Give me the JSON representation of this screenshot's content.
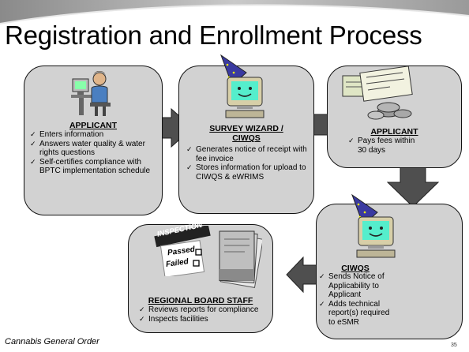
{
  "slide": {
    "title": "Registration and Enrollment Process",
    "footer": "Cannabis General Order",
    "page_number": "35"
  },
  "boxes": {
    "applicant1": {
      "heading": "APPLICANT",
      "items": [
        "Enters information",
        "Answers water quality & water rights questions",
        "Self-certifies compliance with BPTC implementation schedule"
      ]
    },
    "survey_wizard": {
      "heading_line1": "SURVEY WIZARD /",
      "heading_line2": "CIWQS",
      "items": [
        "Generates notice of receipt with fee invoice",
        "Stores information for upload to CIWQS & eWRIMS"
      ]
    },
    "applicant2": {
      "heading": "APPLICANT",
      "items": [
        "Pays fees within 30 days"
      ]
    },
    "ciwqs": {
      "heading": "CIWQS",
      "items": [
        "Sends Notice of Applicability to Applicant",
        "Adds technical report(s) required to eSMR"
      ]
    },
    "regional": {
      "heading": "REGIONAL BOARD STAFF",
      "items": [
        "Reviews reports for compliance",
        "Inspects facilities"
      ],
      "stamp": {
        "title": "INSPECTION",
        "passed": "Passed",
        "failed": "Failed"
      }
    }
  }
}
